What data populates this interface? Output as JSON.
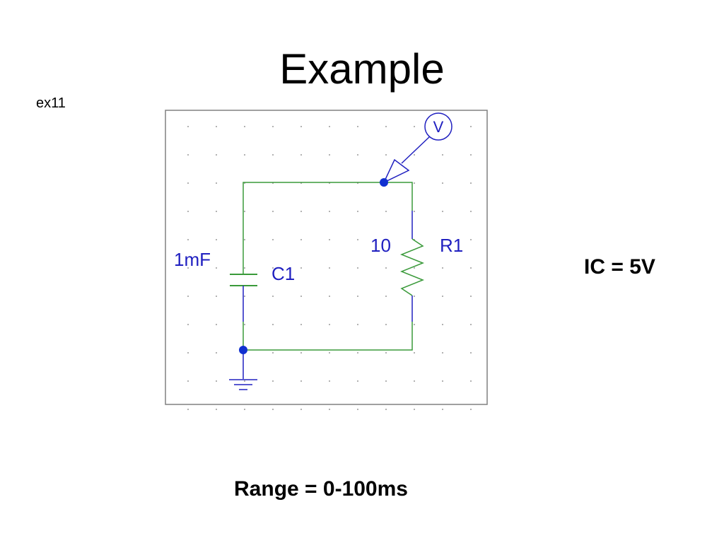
{
  "slide": {
    "title": "Example",
    "tag": "ex11",
    "ic_note": "IC = 5V",
    "range_note": "Range = 0-100ms"
  },
  "circuit": {
    "capacitor": {
      "value": "1mF",
      "ref": "C1"
    },
    "resistor": {
      "value": "10",
      "ref": "R1"
    },
    "probe": {
      "symbol": "V"
    }
  },
  "colors": {
    "wire": "#3a9a3a",
    "component": "#2020c0",
    "junction": "#1030d0",
    "label": "#2020c0",
    "grid_dot": "#9a9a9a",
    "frame": "#808080"
  }
}
